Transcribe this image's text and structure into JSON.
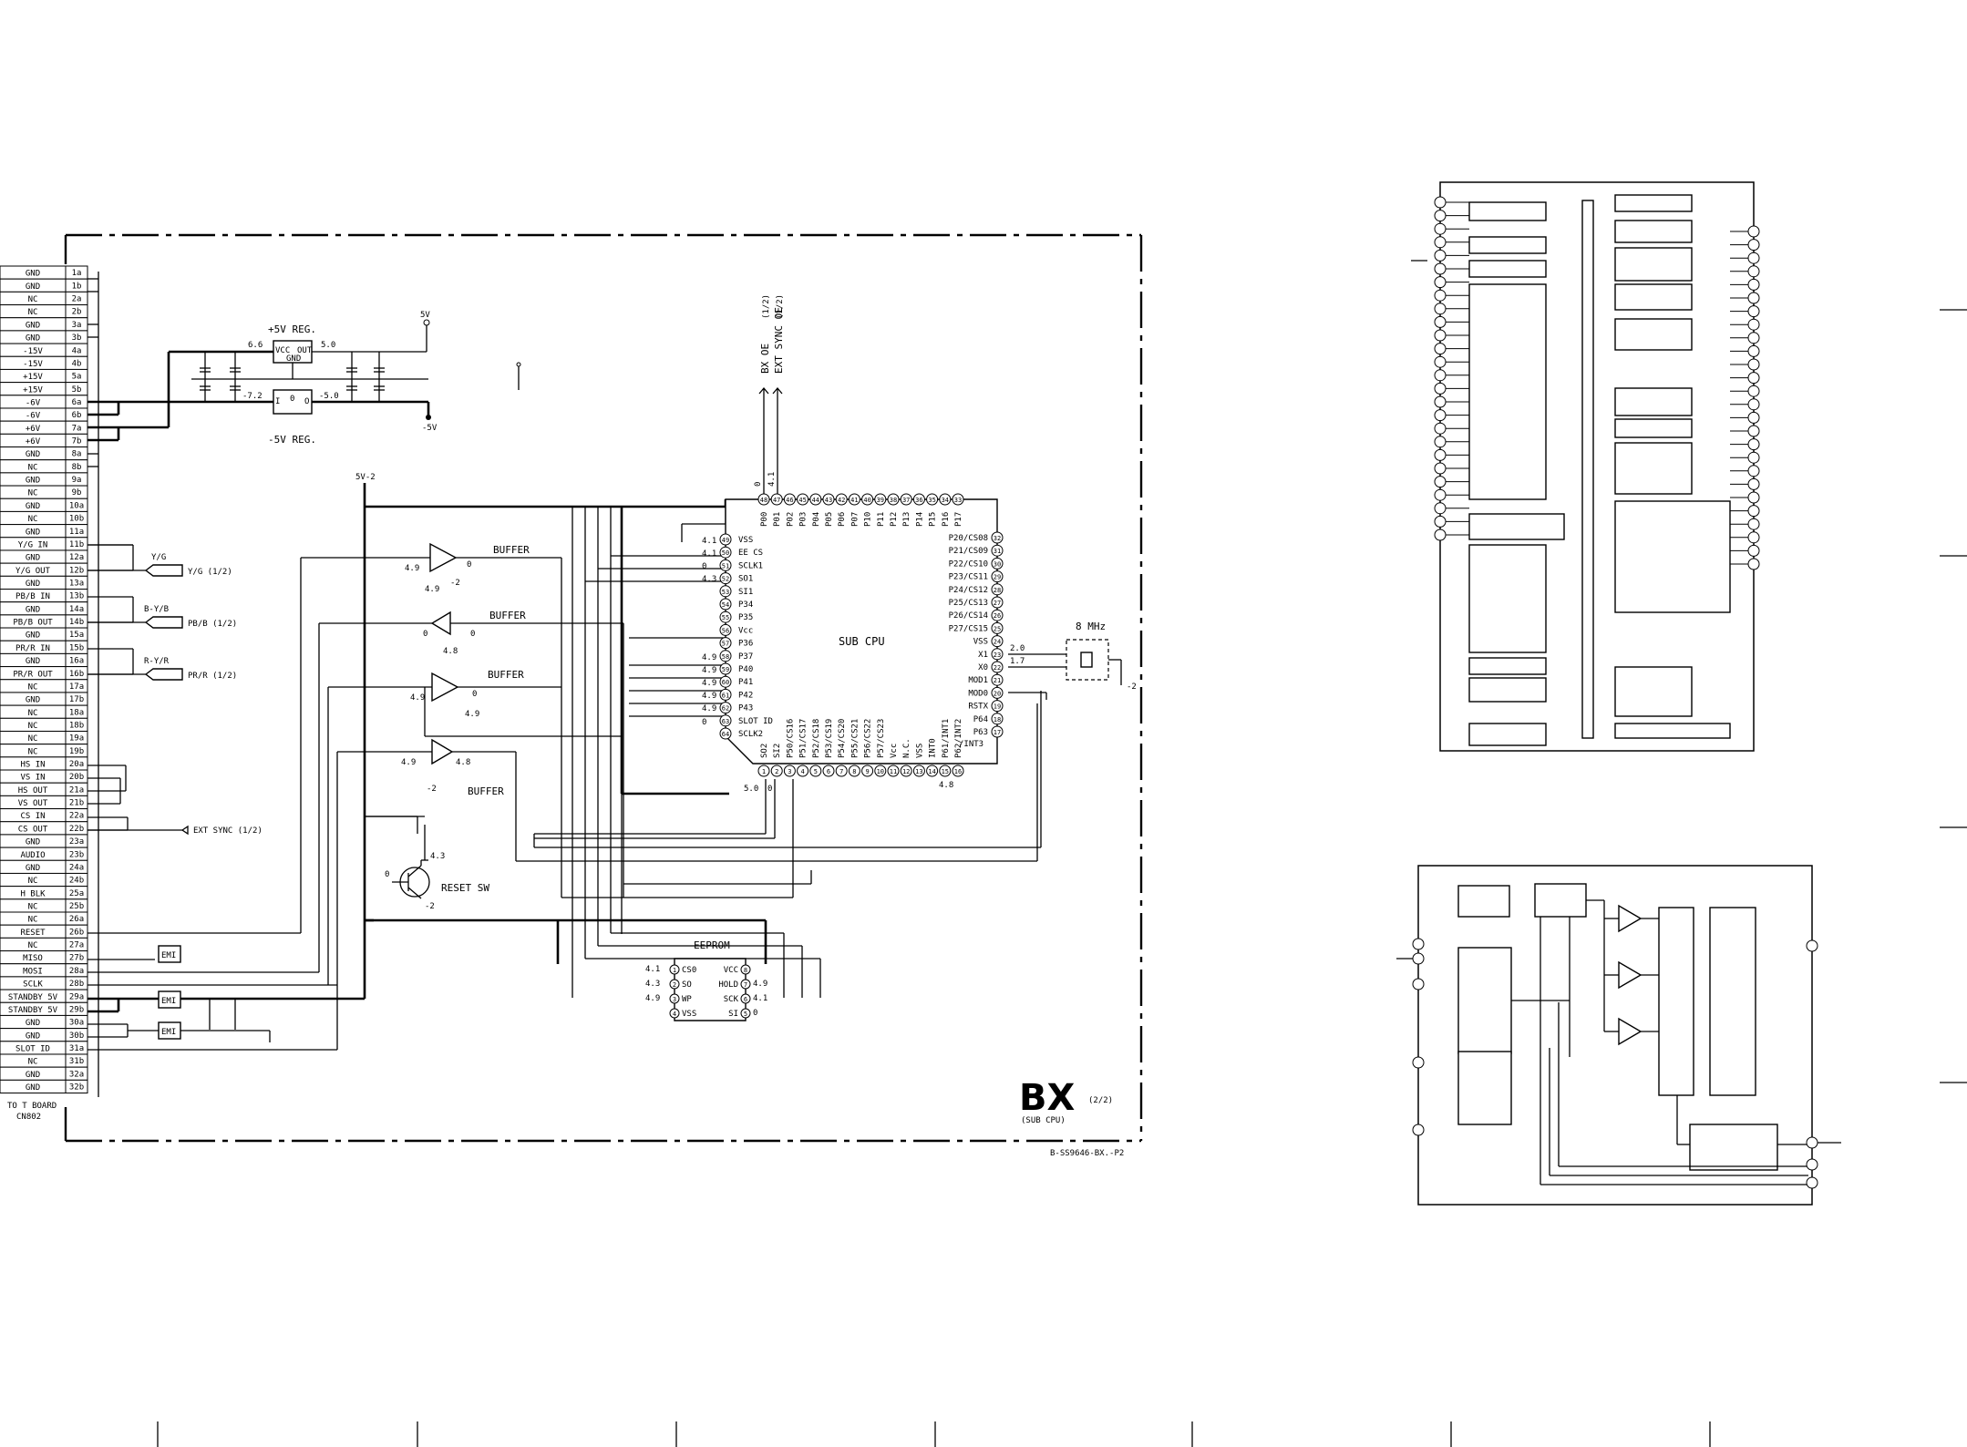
{
  "connector": {
    "pins": [
      [
        "GND",
        "1a"
      ],
      [
        "GND",
        "1b"
      ],
      [
        "NC",
        "2a"
      ],
      [
        "NC",
        "2b"
      ],
      [
        "GND",
        "3a"
      ],
      [
        "GND",
        "3b"
      ],
      [
        "-15V",
        "4a"
      ],
      [
        "-15V",
        "4b"
      ],
      [
        "+15V",
        "5a"
      ],
      [
        "+15V",
        "5b"
      ],
      [
        "-6V",
        "6a"
      ],
      [
        "-6V",
        "6b"
      ],
      [
        "+6V",
        "7a"
      ],
      [
        "+6V",
        "7b"
      ],
      [
        "GND",
        "8a"
      ],
      [
        "NC",
        "8b"
      ],
      [
        "GND",
        "9a"
      ],
      [
        "NC",
        "9b"
      ],
      [
        "GND",
        "10a"
      ],
      [
        "NC",
        "10b"
      ],
      [
        "GND",
        "11a"
      ],
      [
        "Y/G IN",
        "11b"
      ],
      [
        "GND",
        "12a"
      ],
      [
        "Y/G OUT",
        "12b"
      ],
      [
        "GND",
        "13a"
      ],
      [
        "PB/B IN",
        "13b"
      ],
      [
        "GND",
        "14a"
      ],
      [
        "PB/B OUT",
        "14b"
      ],
      [
        "GND",
        "15a"
      ],
      [
        "PR/R IN",
        "15b"
      ],
      [
        "GND",
        "16a"
      ],
      [
        "PR/R OUT",
        "16b"
      ],
      [
        "NC",
        "17a"
      ],
      [
        "GND",
        "17b"
      ],
      [
        "NC",
        "18a"
      ],
      [
        "NC",
        "18b"
      ],
      [
        "NC",
        "19a"
      ],
      [
        "NC",
        "19b"
      ],
      [
        "HS IN",
        "20a"
      ],
      [
        "VS IN",
        "20b"
      ],
      [
        "HS OUT",
        "21a"
      ],
      [
        "VS OUT",
        "21b"
      ],
      [
        "CS IN",
        "22a"
      ],
      [
        "CS OUT",
        "22b"
      ],
      [
        "GND",
        "23a"
      ],
      [
        "AUDIO",
        "23b"
      ],
      [
        "GND",
        "24a"
      ],
      [
        "NC",
        "24b"
      ],
      [
        "H BLK",
        "25a"
      ],
      [
        "NC",
        "25b"
      ],
      [
        "NC",
        "26a"
      ],
      [
        "RESET",
        "26b"
      ],
      [
        "NC",
        "27a"
      ],
      [
        "MISO",
        "27b"
      ],
      [
        "MOSI",
        "28a"
      ],
      [
        "SCLK",
        "28b"
      ],
      [
        "STANDBY 5V",
        "29a"
      ],
      [
        "STANDBY 5V",
        "29b"
      ],
      [
        "GND",
        "30a"
      ],
      [
        "GND",
        "30b"
      ],
      [
        "SLOT ID",
        "31a"
      ],
      [
        "NC",
        "31b"
      ],
      [
        "GND",
        "32a"
      ],
      [
        "GND",
        "32b"
      ]
    ],
    "caption_line1": "TO T BOARD",
    "caption_line2": "CN802"
  },
  "regulators": {
    "pos_title": "+5V REG.",
    "neg_title": "-5V REG.",
    "pos_in": "6.6",
    "pos_out": "5.0",
    "neg_in": "-7.2",
    "neg_out": "-5.0",
    "vcc": "VCC",
    "out": "OUT",
    "gnd": "GND",
    "i_lbl": "I",
    "o_lbl": "O",
    "zero": "0",
    "rail_pos": "5V",
    "rail_neg": "-5V"
  },
  "signals": {
    "bx_oe": "BX OE",
    "ext_sync_oe": "EXT SYNC OE",
    "half1": "(1/2)",
    "half2": "(1/2)",
    "yg": "Y/G",
    "yg_ref": "Y/G (1/2)",
    "byb": "B-Y/B",
    "pbb_ref": "PB/B (1/2)",
    "ryr": "R-Y/R",
    "prr_ref": "PR/R (1/2)",
    "ext_sync": "EXT SYNC (1/2)",
    "rail_5v2": "5V-2"
  },
  "buffers": {
    "label": "BUFFER",
    "v_49": "4.9",
    "v_0": "0",
    "v_48": "4.8",
    "v_m2": "-2"
  },
  "cpu": {
    "name": "SUB CPU",
    "top_pins": [
      [
        "48",
        "P00"
      ],
      [
        "47",
        "P01"
      ],
      [
        "46",
        "P02"
      ],
      [
        "45",
        "P03"
      ],
      [
        "44",
        "P04"
      ],
      [
        "43",
        "P05"
      ],
      [
        "42",
        "P06"
      ],
      [
        "41",
        "P07"
      ],
      [
        "40",
        "P10"
      ],
      [
        "39",
        "P11"
      ],
      [
        "38",
        "P12"
      ],
      [
        "37",
        "P13"
      ],
      [
        "36",
        "P14"
      ],
      [
        "35",
        "P15"
      ],
      [
        "34",
        "P16"
      ],
      [
        "33",
        "P17"
      ]
    ],
    "left_pins": [
      [
        "49",
        "VSS"
      ],
      [
        "50",
        "EE CS"
      ],
      [
        "51",
        "SCLK1"
      ],
      [
        "52",
        "SO1"
      ],
      [
        "53",
        "SI1"
      ],
      [
        "54",
        "P34"
      ],
      [
        "55",
        "P35"
      ],
      [
        "56",
        "Vcc"
      ],
      [
        "57",
        "P36"
      ],
      [
        "58",
        "P37"
      ],
      [
        "59",
        "P40"
      ],
      [
        "60",
        "P41"
      ],
      [
        "61",
        "P42"
      ],
      [
        "62",
        "P43"
      ],
      [
        "63",
        "SLOT ID"
      ],
      [
        "64",
        "SCLK2"
      ]
    ],
    "right_pins": [
      [
        "32",
        "P20/CS08"
      ],
      [
        "31",
        "P21/CS09"
      ],
      [
        "30",
        "P22/CS10"
      ],
      [
        "29",
        "P23/CS11"
      ],
      [
        "28",
        "P24/CS12"
      ],
      [
        "27",
        "P25/CS13"
      ],
      [
        "26",
        "P26/CS14"
      ],
      [
        "25",
        "P27/CS15"
      ],
      [
        "24",
        "VSS"
      ],
      [
        "23",
        "X1"
      ],
      [
        "22",
        "X0"
      ],
      [
        "21",
        "MOD1"
      ],
      [
        "20",
        "MOD0"
      ],
      [
        "19",
        "RSTX"
      ],
      [
        "18",
        "P64"
      ],
      [
        "17",
        "P63"
      ]
    ],
    "bottom_pins": [
      [
        "1",
        "SO2"
      ],
      [
        "2",
        "SI2"
      ],
      [
        "3",
        "P50/CS16"
      ],
      [
        "4",
        "P51/CS17"
      ],
      [
        "5",
        "P52/CS18"
      ],
      [
        "6",
        "P53/CS19"
      ],
      [
        "7",
        "P54/CS20"
      ],
      [
        "8",
        "P55/CS21"
      ],
      [
        "9",
        "P56/CS22"
      ],
      [
        "10",
        "P57/CS23"
      ],
      [
        "11",
        "Vcc"
      ],
      [
        "12",
        "N.C."
      ],
      [
        "13",
        "VSS"
      ],
      [
        "14",
        "INT0"
      ],
      [
        "15",
        "P61/INT1"
      ],
      [
        "16",
        "P62/INT2"
      ]
    ],
    "extra_bottom": "/INT3",
    "left_volts": [
      "4.1",
      "4.1",
      "0",
      "4.3",
      "4.9",
      "4.9",
      "4.9",
      "4.9",
      "4.9",
      "0"
    ],
    "right_volts": [
      "2.0",
      "1.7"
    ],
    "top_volts": [
      "0",
      "4.1"
    ],
    "bottom_volts": [
      "5.0",
      "0",
      "4.8"
    ]
  },
  "crystal": {
    "label": "8 MHz",
    "gnd": "-2"
  },
  "reset": {
    "label": "RESET SW",
    "v_base": "0",
    "v_col": "4.3",
    "v_em": "-2"
  },
  "eeprom": {
    "label": "EEPROM",
    "left": [
      [
        "1",
        "CS0",
        "4.1"
      ],
      [
        "2",
        "SO",
        "4.3"
      ],
      [
        "3",
        "WP",
        "4.9"
      ],
      [
        "4",
        "VSS",
        ""
      ]
    ],
    "right": [
      [
        "8",
        "VCC",
        ""
      ],
      [
        "7",
        "HOLD",
        "4.9"
      ],
      [
        "6",
        "SCK",
        "4.1"
      ],
      [
        "5",
        "SI",
        "0"
      ]
    ]
  },
  "emi": "EMI",
  "title": {
    "main": "BX",
    "part": "(2/2)",
    "sub": "(SUB CPU)",
    "code": "B-SS9646-BX.-P2"
  }
}
